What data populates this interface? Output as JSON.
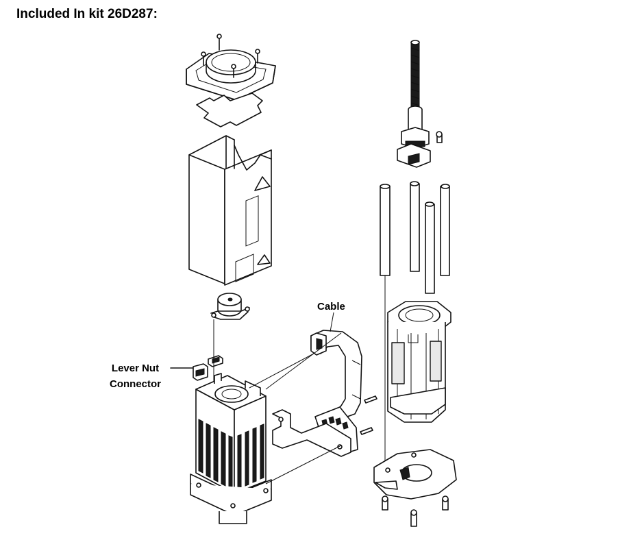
{
  "header": {
    "title": "Included In kit 26D287:"
  },
  "callouts": {
    "cable": "Cable",
    "lever_nut_line1": "Lever Nut",
    "lever_nut_line2": "Connector"
  }
}
